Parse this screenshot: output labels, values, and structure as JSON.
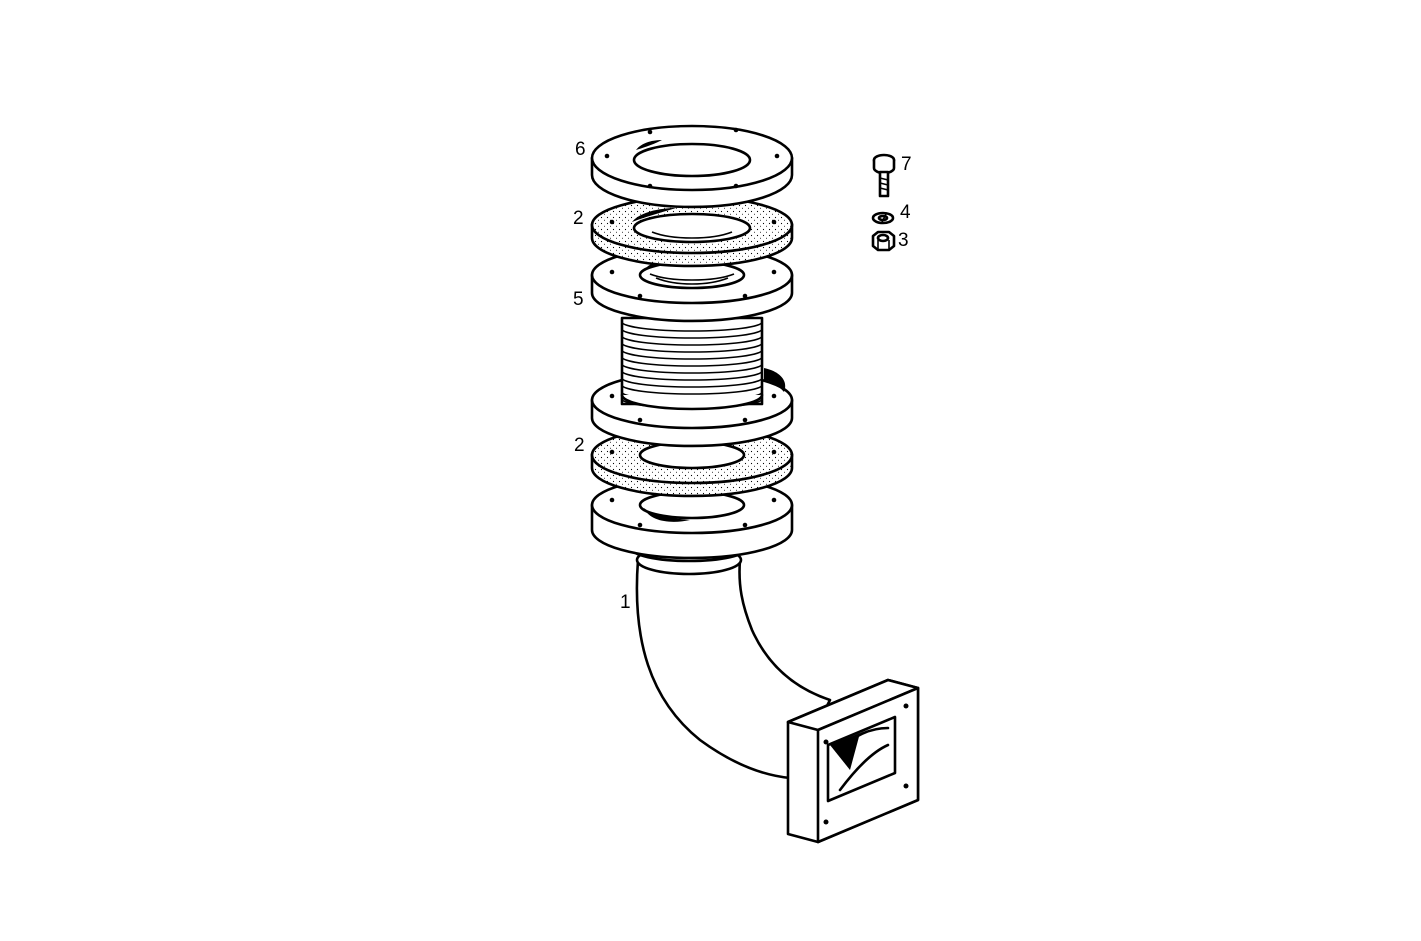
{
  "figure": {
    "ink_color": "#000000",
    "background_color": "#ffffff"
  },
  "callouts": [
    {
      "id": "callout-6",
      "label": "6"
    },
    {
      "id": "callout-2-upper",
      "label": "2"
    },
    {
      "id": "callout-5",
      "label": "5"
    },
    {
      "id": "callout-2-lower",
      "label": "2"
    },
    {
      "id": "callout-1",
      "label": "1"
    },
    {
      "id": "callout-7",
      "label": "7"
    },
    {
      "id": "callout-4",
      "label": "4"
    },
    {
      "id": "callout-3",
      "label": "3"
    }
  ],
  "parts": [
    {
      "name": "elbow-pipe-icon",
      "callout": "1"
    },
    {
      "name": "gasket-icon",
      "callout": "2"
    },
    {
      "name": "nut-icon",
      "callout": "3"
    },
    {
      "name": "lock-washer-icon",
      "callout": "4"
    },
    {
      "name": "bellows-flange-icon",
      "callout": "5"
    },
    {
      "name": "top-flange-icon",
      "callout": "6"
    },
    {
      "name": "bolt-icon",
      "callout": "7"
    }
  ]
}
